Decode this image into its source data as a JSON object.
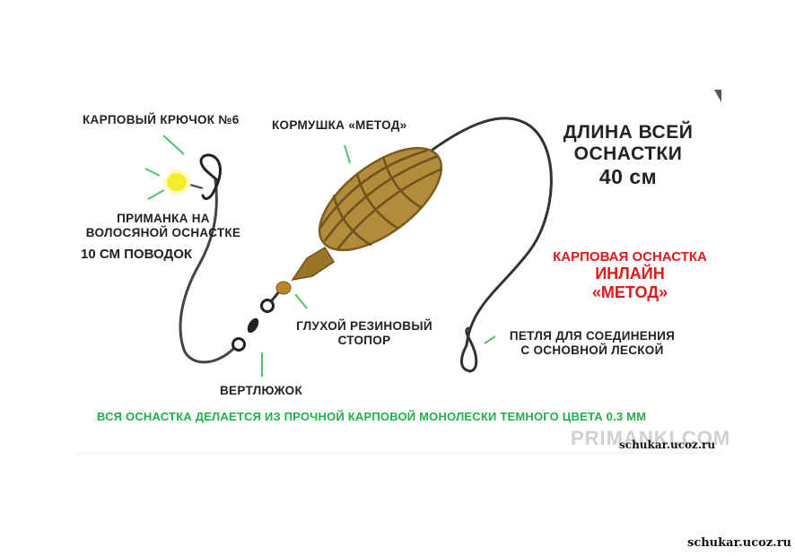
{
  "labels": {
    "hook": "Карповый крючок №6",
    "feeder": "Кормушка «Метод»",
    "total_length_line1": "Длина всей",
    "total_length_line2": "оснастки",
    "total_length_value": "40 см",
    "bait_line1": "Приманка на",
    "bait_line2": "волосяной оснастке",
    "leader": "10 см поводок",
    "rig_name_line1": "Карповая оснастка",
    "rig_name_line2": "инлайн",
    "rig_name_line3": "«Метод»",
    "stopper_line1": "Глухой резиновый",
    "stopper_line2": "стопор",
    "loop_line1": "Петля для соединения",
    "loop_line2": "с основной леской",
    "swivel": "Вертлюжок",
    "footer": "Вся оснастка делается из прочной карповой монолески темного цвета 0.3 мм"
  },
  "watermarks": {
    "primanki": "PRIMANKI.COM",
    "site_inner": "schukar.ucoz.ru",
    "site_corner": "schukar.ucoz.ru"
  },
  "colors": {
    "accent_red": "#e01a1a",
    "accent_green": "#22b04a",
    "feeder_fill": "#b38b3c",
    "bait_yellow": "#f2ee2a"
  }
}
